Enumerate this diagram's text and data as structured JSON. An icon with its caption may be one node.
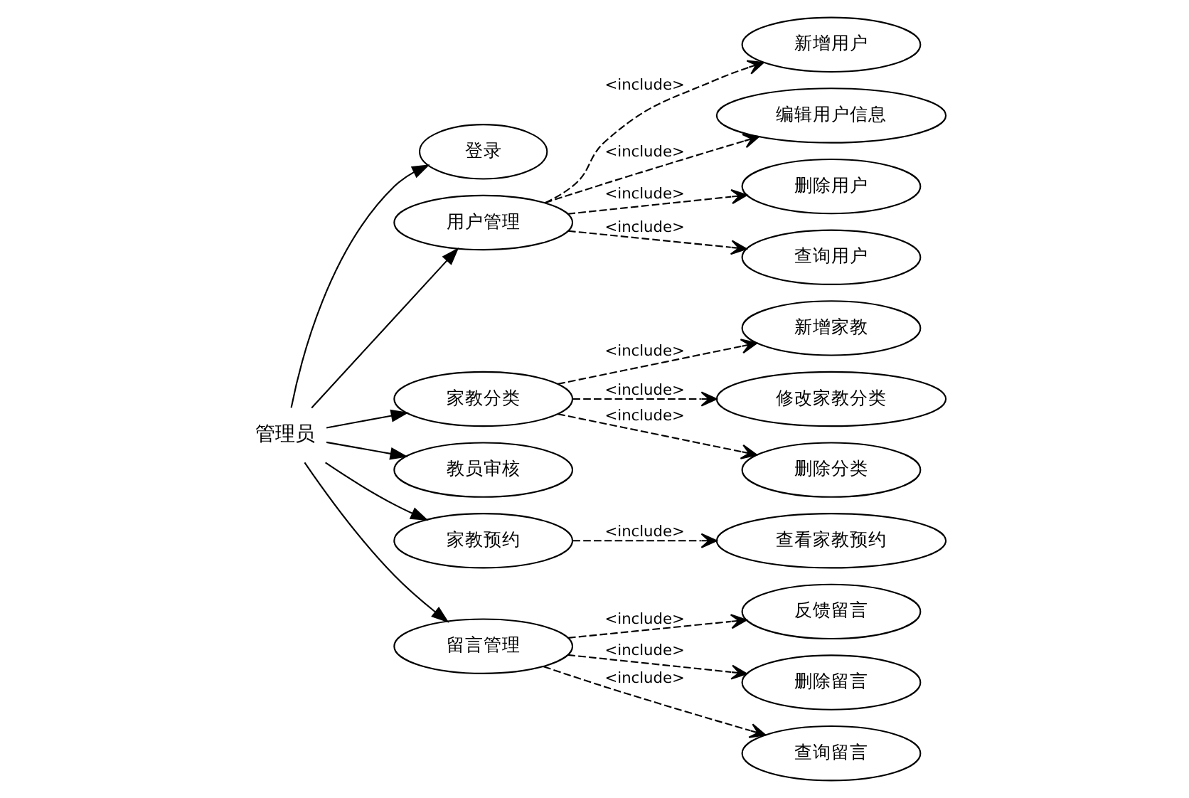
{
  "diagram": {
    "nodes": [
      {
        "text": [
          "管理员"
        ]
      },
      {
        "text": [
          "登录"
        ]
      },
      {
        "text": [
          "用户管理"
        ]
      },
      {
        "text": [
          "新增用户"
        ]
      },
      {
        "text": [
          "编辑用户信息"
        ]
      },
      {
        "text": [
          "删除用户"
        ]
      },
      {
        "text": [
          "查询用户"
        ]
      },
      {
        "text": [
          "家教分类"
        ]
      },
      {
        "text": [
          "新增家教"
        ]
      },
      {
        "text": [
          "修改家教分类"
        ]
      },
      {
        "text": [
          "删除分类"
        ]
      },
      {
        "text": [
          "教员审核"
        ]
      },
      {
        "text": [
          "家教预约"
        ]
      },
      {
        "text": [
          "查看家教预约"
        ]
      },
      {
        "text": [
          "留言管理"
        ]
      },
      {
        "text": [
          "反馈留言"
        ]
      },
      {
        "text": [
          "删除留言"
        ]
      },
      {
        "text": [
          "查询留言"
        ]
      }
    ],
    "edges": [
      {
        "from": 0,
        "to": 1,
        "arrow": "to"
      },
      {
        "from": 0,
        "to": 2,
        "arrow": "to"
      },
      {
        "from": 2,
        "to": 3,
        "arrow": "to",
        "label": "<include>",
        "style": "dashed"
      },
      {
        "from": 2,
        "to": 4,
        "arrow": "to",
        "label": "<include>",
        "style": "dashed"
      },
      {
        "from": 2,
        "to": 5,
        "arrow": "to",
        "label": "<include>",
        "style": "dashed"
      },
      {
        "from": 2,
        "to": 6,
        "arrow": "to",
        "label": "<include>",
        "style": "dashed"
      },
      {
        "from": 0,
        "to": 7,
        "arrow": "to"
      },
      {
        "from": 7,
        "to": 8,
        "arrow": "to",
        "label": "<include>",
        "style": "dashed"
      },
      {
        "from": 7,
        "to": 9,
        "arrow": "to",
        "label": "<include>",
        "style": "dashed"
      },
      {
        "from": 7,
        "to": 10,
        "arrow": "to",
        "label": "<include>",
        "style": "dashed"
      },
      {
        "from": 0,
        "to": 11,
        "arrow": "to"
      },
      {
        "from": 0,
        "to": 12,
        "arrow": "to"
      },
      {
        "from": 12,
        "to": 13,
        "arrow": "to",
        "label": "<include>",
        "style": "dashed"
      },
      {
        "from": 0,
        "to": 14,
        "arrow": "to"
      },
      {
        "from": 14,
        "to": 15,
        "arrow": "to",
        "label": "<include>",
        "style": "dashed"
      },
      {
        "from": 14,
        "to": 16,
        "arrow": "to",
        "label": "<include>",
        "style": "dashed"
      },
      {
        "from": 14,
        "to": 17,
        "arrow": "to",
        "label": "<include>",
        "style": "dashed"
      }
    ]
  }
}
